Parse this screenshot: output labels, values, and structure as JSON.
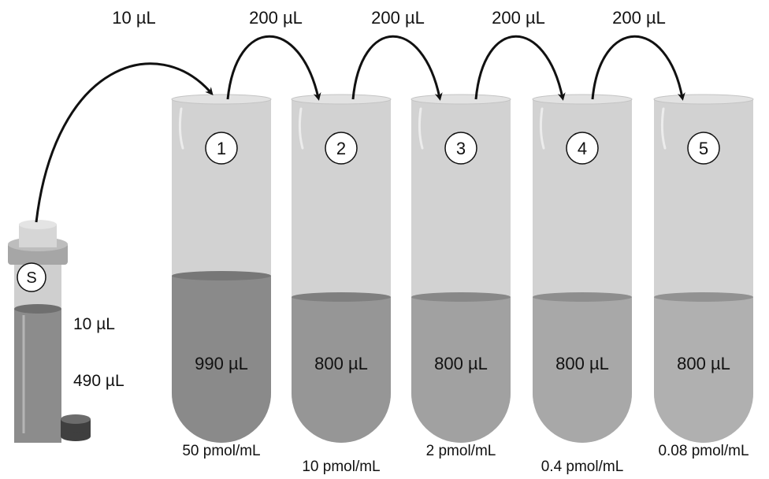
{
  "diagram": {
    "stock_vial": {
      "label": "S",
      "volume_upper": "10 µL",
      "volume_lower": "490 µL"
    },
    "transfers": [
      {
        "label": "10 µL"
      },
      {
        "label": "200 µL"
      },
      {
        "label": "200 µL"
      },
      {
        "label": "200 µL"
      },
      {
        "label": "200 µL"
      }
    ],
    "tubes": [
      {
        "number": "1",
        "volume": "990 µL",
        "concentration": "50 pmol/mL",
        "liquid_color": "#8a8a8a",
        "top_color": "#777777"
      },
      {
        "number": "2",
        "volume": "800 µL",
        "concentration": "10 pmol/mL",
        "liquid_color": "#969696",
        "top_color": "#7f7f7f"
      },
      {
        "number": "3",
        "volume": "800 µL",
        "concentration": "2 pmol/mL",
        "liquid_color": "#a1a1a1",
        "top_color": "#888888"
      },
      {
        "number": "4",
        "volume": "800 µL",
        "concentration": "0.4 pmol/mL",
        "liquid_color": "#a8a8a8",
        "top_color": "#8e8e8e"
      },
      {
        "number": "5",
        "volume": "800 µL",
        "concentration": "0.08 pmol/mL",
        "liquid_color": "#b0b0b0",
        "top_color": "#929292"
      }
    ]
  }
}
